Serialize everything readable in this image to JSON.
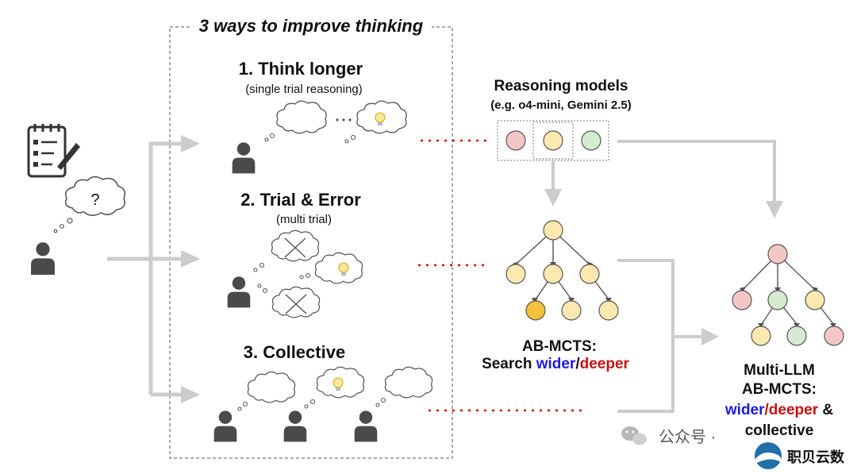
{
  "header": {
    "title": "3 ways to improve thinking"
  },
  "ways": [
    {
      "title": "1. Think longer",
      "subtitle": "(single trial reasoning)"
    },
    {
      "title": "2. Trial & Error",
      "subtitle": "(multi trial)"
    },
    {
      "title": "3. Collective",
      "subtitle": ""
    }
  ],
  "question": {
    "mark": "?"
  },
  "reasoning": {
    "title": "Reasoning models",
    "subtitle": "(e.g. o4-mini, Gemini 2.5)"
  },
  "abmcts": {
    "line1": "AB-MCTS:",
    "line2_prefix": "Search ",
    "wider": "wider",
    "slash": "/",
    "deeper": "deeper"
  },
  "multi": {
    "line1": "Multi-LLM",
    "line2": "AB-MCTS:",
    "wider": "wider",
    "slash": "/",
    "deeper": "deeper",
    "amp": " &",
    "collective": "collective"
  },
  "watermark": {
    "left": "公众号 ·",
    "logo_text": "职贝云数"
  },
  "colors": {
    "pink": "#f4c7c7",
    "yellow": "#fde8b0",
    "green": "#d5ecd0",
    "dark_yellow": "#f2c23a",
    "blue": "#1a1ae6",
    "red": "#cc1111",
    "purple": "#9a22ee",
    "gray_arrow": "#cccccc",
    "person": "#4a4a4a"
  }
}
